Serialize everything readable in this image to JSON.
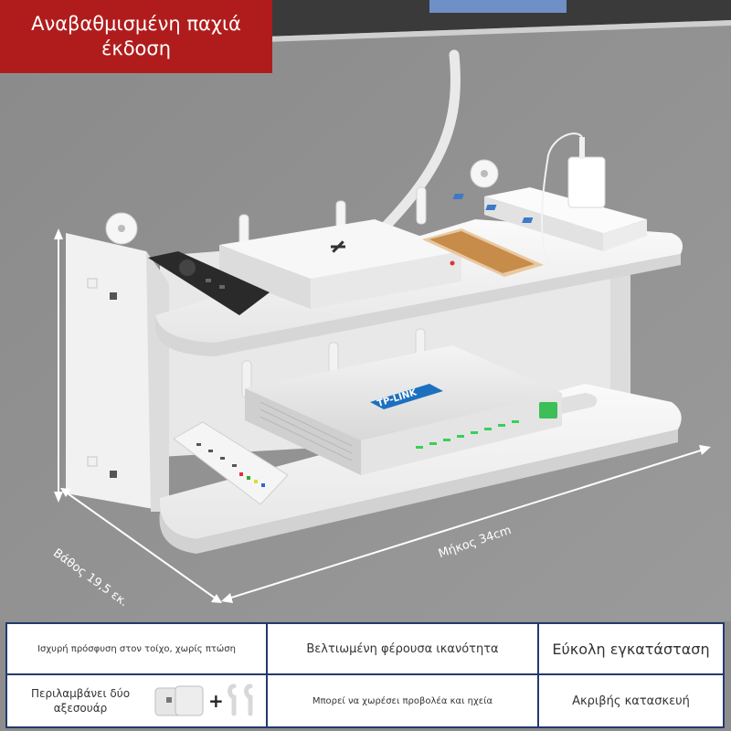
{
  "badge": {
    "line1": "Αναβαθμισμένη παχιά",
    "line2": "έκδοση"
  },
  "dimensions": {
    "depth": "Βάθος 19,5 εκ.",
    "length": "Μήκος 34cm"
  },
  "devices": {
    "router_brand": "TP-LINK"
  },
  "features": {
    "wall_adhesion": "Ισχυρή πρόσφυση στον τοίχο, χωρίς πτώση",
    "load_capacity": "Βελτιωμένη φέρουσα ικανότητα",
    "easy_install": "Εύκολη εγκατάσταση",
    "accessories": "Περιλαμβάνει δύο αξεσουάρ",
    "accessories_plus": "+",
    "fits_devices": "Μπορεί να χωρέσει προβολέα και ηχεία",
    "precise_build": "Ακριβής κατασκευή"
  },
  "colors": {
    "badge_bg": "#b01c1c",
    "table_border": "#233a6c",
    "wall": "#8d8d8d",
    "shelf": "#f2f2f2"
  }
}
